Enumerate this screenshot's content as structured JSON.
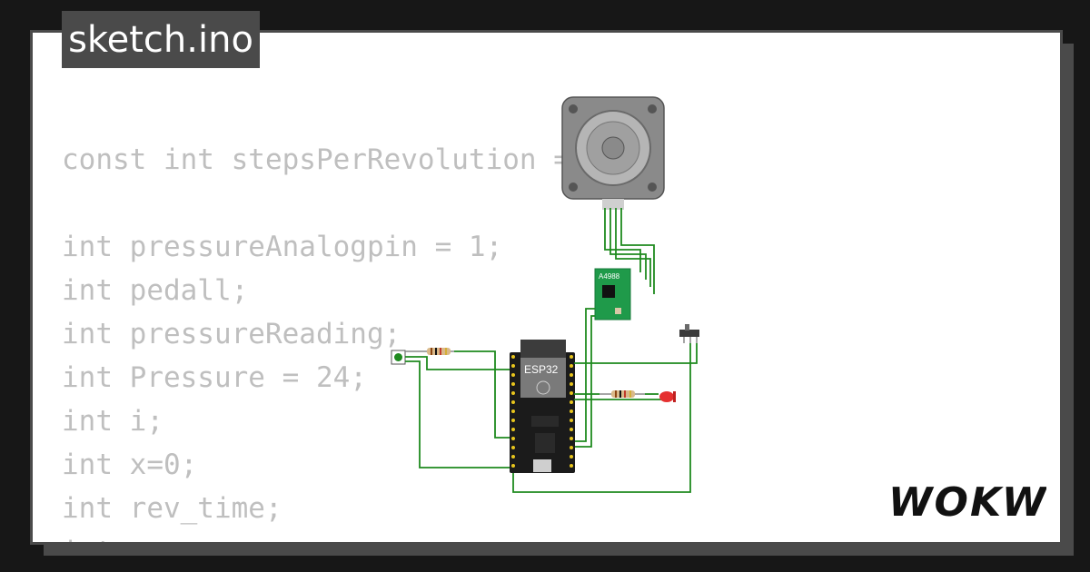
{
  "file": {
    "name": "sketch.ino"
  },
  "code_lines": [
    "const int stepsPerRevolution = ",
    "",
    "int pressureAnalogpin = 1;",
    "int pedall;",
    "int pressureReading;",
    "int Pressure = 24;",
    "int i;",
    "int x=0;",
    "int rev_time;",
    "int ...;"
  ],
  "components": {
    "esp32_label": "ESP32",
    "driver_label": "A4988"
  },
  "brand": {
    "logo_text": "WOKWI"
  },
  "colors": {
    "background": "#171717",
    "panel_border": "#4a4a4a",
    "code_text": "#bfbfbf",
    "wire": "#1f8a1f",
    "board": "#1b1b1b",
    "driver_board": "#1f9a4a",
    "led": "#e53030"
  }
}
